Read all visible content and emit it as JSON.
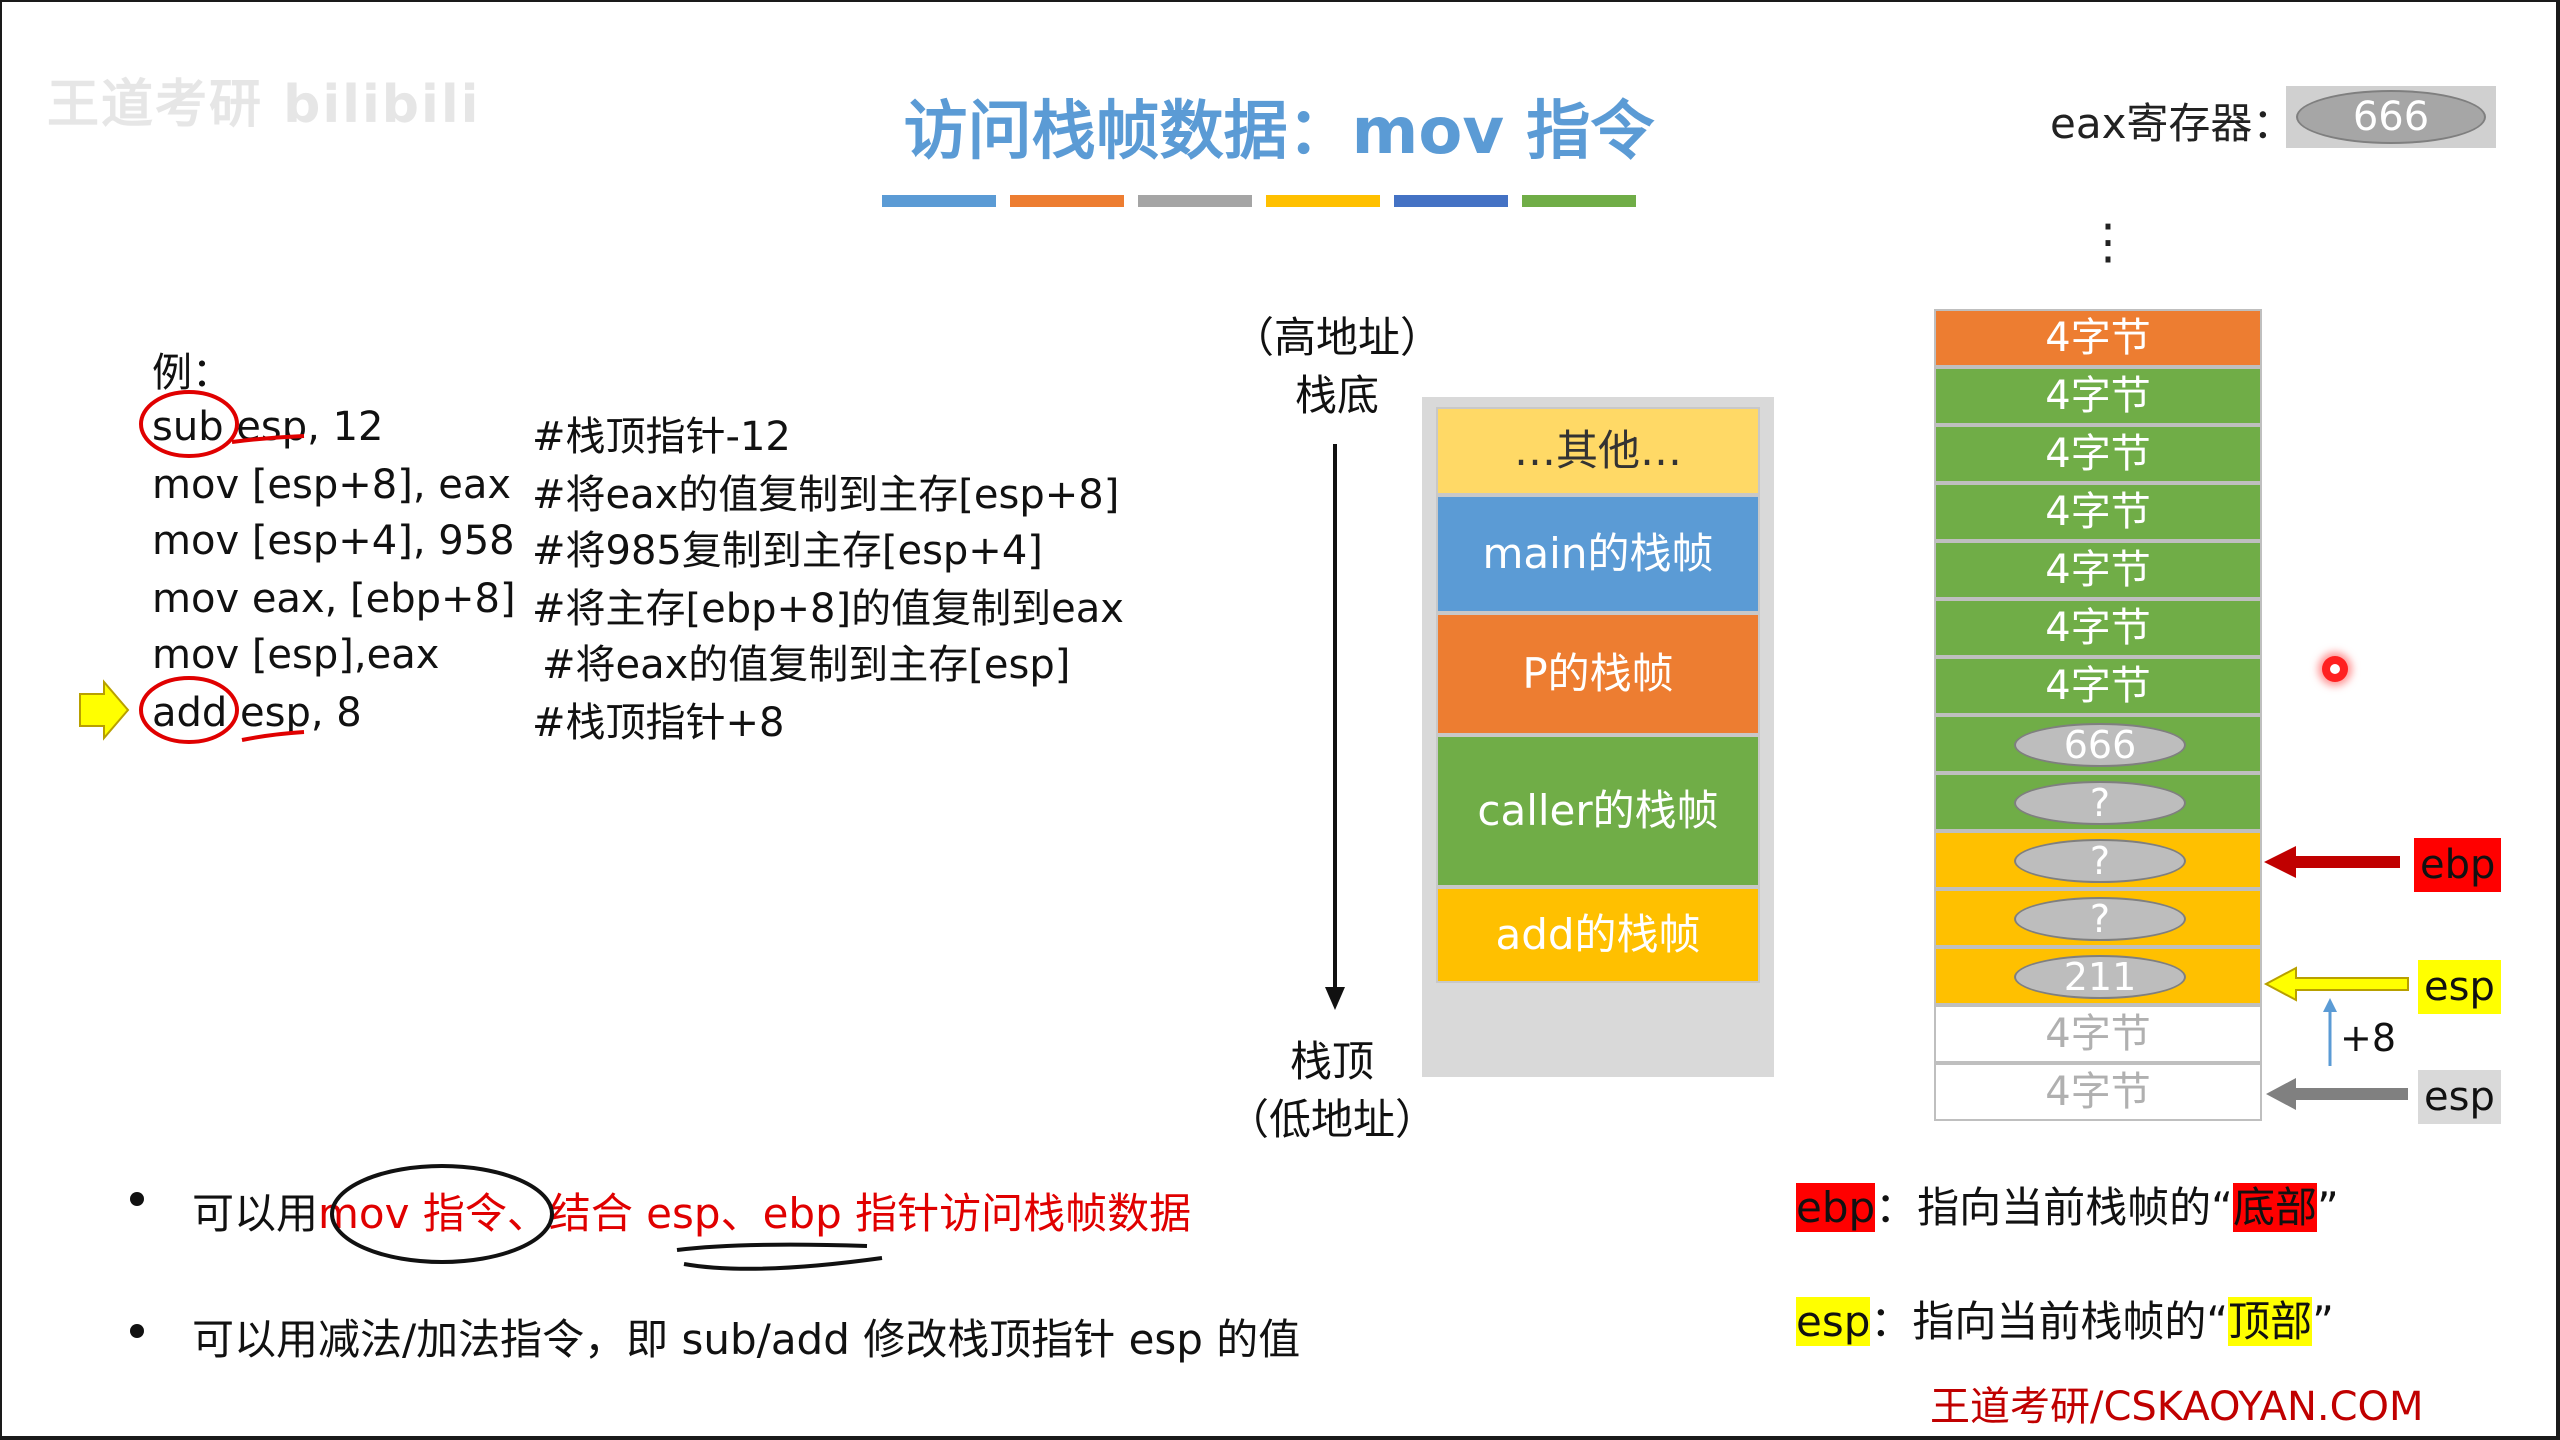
{
  "watermark": "王道考研 bilibili",
  "title": "访问栈帧数据：mov 指令",
  "title_bar_colors": [
    "#5b9bd5",
    "#ed7d31",
    "#a5a5a5",
    "#ffc000",
    "#4472c4",
    "#70ad47"
  ],
  "eax": {
    "label": "eax寄存器：",
    "value": "666"
  },
  "example": {
    "label": "例：",
    "lines": [
      {
        "code": "sub esp, 12",
        "comment": "#栈顶指针-12"
      },
      {
        "code": "mov [esp+8], eax",
        "comment": "#将eax的值复制到主存[esp+8]"
      },
      {
        "code": "mov [esp+4], 958",
        "comment": "#将985复制到主存[esp+4]"
      },
      {
        "code": "mov eax, [ebp+8]",
        "comment": "#将主存[ebp+8]的值复制到eax"
      },
      {
        "code": "mov [esp],eax",
        "comment": "#将eax的值复制到主存[esp]"
      },
      {
        "code": "add esp, 8",
        "comment": "#栈顶指针+8"
      }
    ]
  },
  "stack_labels": {
    "high_addr": "（高地址）",
    "bottom": "栈底",
    "top": "栈顶",
    "low_addr": "（低地址）"
  },
  "frames": [
    {
      "label": "…其他…",
      "color": "#ffd966",
      "text_color": "#333333"
    },
    {
      "label": "main的栈帧",
      "color": "#5b9bd5",
      "text_color": "#ffffff"
    },
    {
      "label": "P的栈帧",
      "color": "#ed7d31",
      "text_color": "#ffffff"
    },
    {
      "label": "caller的栈帧",
      "color": "#70ad47",
      "text_color": "#ffffff"
    },
    {
      "label": "add的栈帧",
      "color": "#ffc000",
      "text_color": "#ffffff"
    }
  ],
  "memory": {
    "ellipsis": "⋮",
    "cells": [
      {
        "text": "4字节",
        "color": "#ed7d31"
      },
      {
        "text": "4字节",
        "color": "#70ad47"
      },
      {
        "text": "4字节",
        "color": "#70ad47"
      },
      {
        "text": "4字节",
        "color": "#70ad47"
      },
      {
        "text": "4字节",
        "color": "#70ad47"
      },
      {
        "text": "4字节",
        "color": "#70ad47"
      },
      {
        "text": "4字节",
        "color": "#70ad47"
      },
      {
        "value": "666",
        "color": "#70ad47"
      },
      {
        "value": "?",
        "color": "#70ad47"
      },
      {
        "value": "?",
        "color": "#ffc000"
      },
      {
        "value": "?",
        "color": "#ffc000"
      },
      {
        "value": "211",
        "color": "#ffc000"
      },
      {
        "text": "4字节",
        "color": "#ffffff",
        "faded": true
      },
      {
        "text": "4字节",
        "color": "#ffffff",
        "faded": true
      }
    ]
  },
  "pointers": {
    "ebp": "ebp",
    "esp_new": "esp",
    "esp_old": "esp",
    "offset": "+8"
  },
  "bullets": [
    {
      "prefix": "可以用",
      "highlight": "mov 指令、结合 esp、ebp 指针访问栈帧数据"
    },
    {
      "text": "可以用减法/加法指令，即 sub/add 修改栈顶指针 esp 的值"
    }
  ],
  "notes": {
    "ebp_tag": "ebp",
    "ebp_text": "：指向当前栈帧的“",
    "ebp_word": "底部",
    "ebp_end": "”",
    "esp_tag": "esp",
    "esp_text": "：指向当前栈帧的“",
    "esp_word": "顶部",
    "esp_end": "”"
  },
  "footer": "王道考研/CSKAOYAN.COM"
}
